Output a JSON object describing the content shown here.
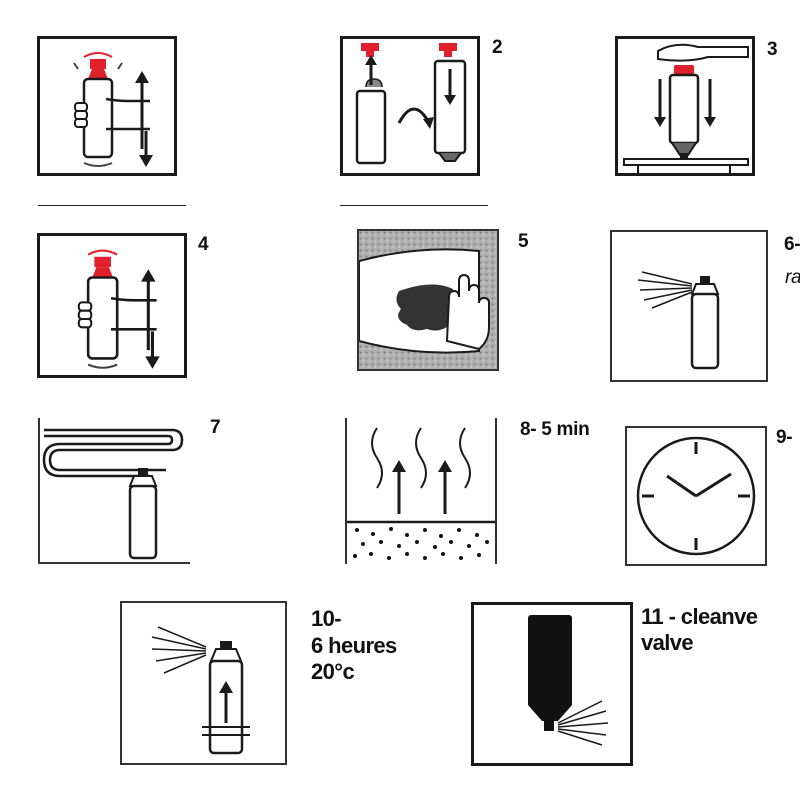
{
  "steps": [
    {
      "id": 1,
      "number": "",
      "caption": "",
      "icon": "shake-can-icon"
    },
    {
      "id": 2,
      "number": "2",
      "caption": "",
      "icon": "invert-can-icon"
    },
    {
      "id": 3,
      "number": "3",
      "caption": "",
      "icon": "press-can-icon"
    },
    {
      "id": 4,
      "number": "4",
      "caption": "",
      "icon": "shake-can-icon"
    },
    {
      "id": 5,
      "number": "5",
      "caption": "",
      "icon": "clean-surface-icon"
    },
    {
      "id": 6,
      "number": "6-",
      "caption": "ra",
      "icon": "spray-can-icon"
    },
    {
      "id": 7,
      "number": "7",
      "caption": "",
      "icon": "spray-pattern-icon"
    },
    {
      "id": 8,
      "number": "8- 5 min",
      "caption": "",
      "icon": "evaporation-icon"
    },
    {
      "id": 9,
      "number": "9-",
      "caption": "",
      "icon": "clock-icon"
    },
    {
      "id": 10,
      "number": "10-",
      "caption": "6 heures\n20°c",
      "icon": "spray-upright-icon"
    },
    {
      "id": 11,
      "number": "",
      "caption": "11 - cleanve\nvalve",
      "icon": "clean-valve-icon"
    }
  ],
  "colors": {
    "line": "#1a1a1a",
    "accent_red": "#e0202a",
    "texture": "#9a9a9a",
    "dot": "#111111"
  }
}
